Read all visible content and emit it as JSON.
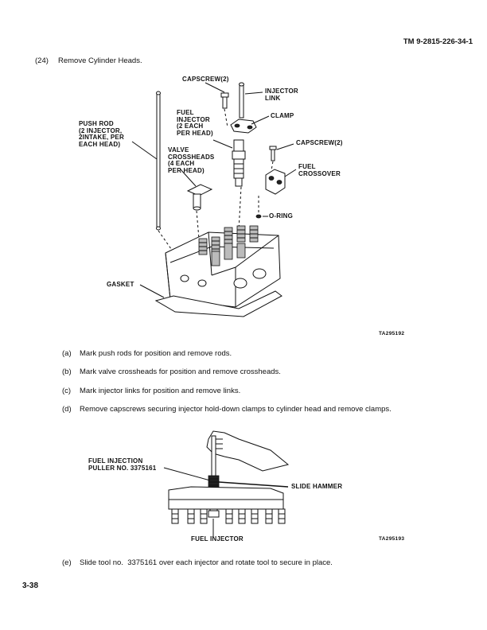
{
  "header": {
    "doc_number": "TM 9-2815-226-34-1"
  },
  "step": {
    "number": "(24)",
    "title": "Remove Cylinder Heads."
  },
  "figure1": {
    "callouts": {
      "capscrew_top": "CAPSCREW(2)",
      "injector_link": "INJECTOR\nLINK",
      "clamp": "CLAMP",
      "fuel_injector": "FUEL\nINJECTOR\n(2 EACH\nPER HEAD)",
      "push_rod": "PUSH ROD\n(2 INJECTOR,\n2INTAKE, PER\nEACH HEAD)",
      "valve_crossheads": "VALVE\nCROSSHEADS\n(4 EACH\nPER HEAD)",
      "capscrew_right": "CAPSCREW(2)",
      "fuel_crossover": "FUEL\nCROSSOVER",
      "o_ring": "O-RING",
      "gasket": "GASKET"
    },
    "tag": "TA295192"
  },
  "substeps_a_d": [
    {
      "letter": "(a)",
      "text": "Mark push rods for position and remove rods."
    },
    {
      "letter": "(b)",
      "text": "Mark valve crossheads for position and remove crossheads."
    },
    {
      "letter": "(c)",
      "text": "Mark injector links for position and remove links."
    },
    {
      "letter": "(d)",
      "text": "Remove capscrews securing injector hold-down clamps to cylinder head and remove clamps."
    }
  ],
  "figure2": {
    "callouts": {
      "puller": "FUEL INJECTION\nPULLER NO. 3375161",
      "slide_hammer": "SLIDE HAMMER",
      "fuel_injector": "FUEL INJECTOR"
    },
    "tag": "TA295193"
  },
  "substep_e": {
    "letter": "(e)",
    "text": "Slide tool no.  3375161 over each injector and rotate tool to secure in place."
  },
  "page_number": "3-38"
}
